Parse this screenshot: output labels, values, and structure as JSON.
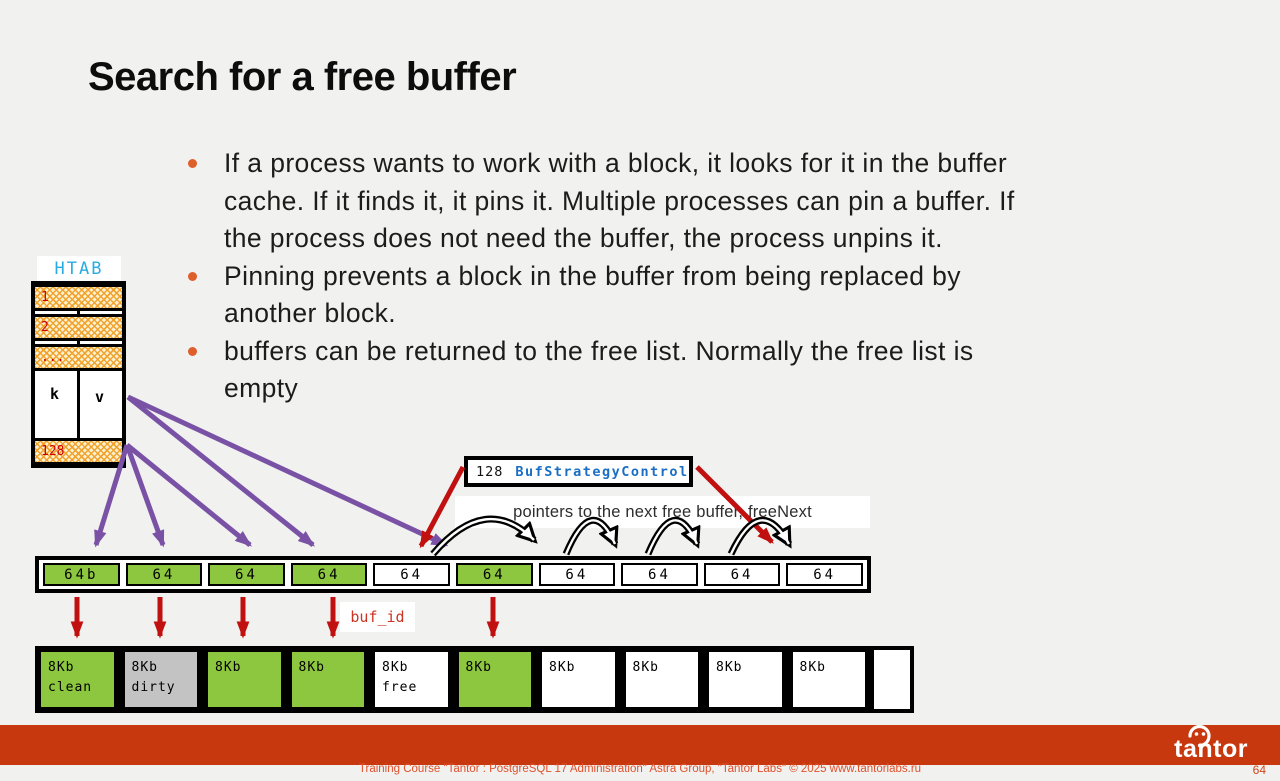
{
  "slide": {
    "title": "Search for a free buffer",
    "page_number": "64",
    "footer": "Training Course \"Tantor : PostgreSQL 17 Administration\" Astra Group, \"Tantor Labs\" © 2025  www.tantorlabs.ru",
    "logo_text": "tantor"
  },
  "bullets": [
    {
      "lines": [
        "If a process wants to work with a block, it looks for it in the buffer",
        "cache. If it finds it, it pins it. Multiple processes can pin a buffer. If",
        "the process does not need the buffer, the process unpins it."
      ]
    },
    {
      "lines": [
        "Pinning prevents a block in the buffer from being replaced by",
        "another block."
      ]
    },
    {
      "lines": [
        "buffers can be returned to the free list. Normally the free list is",
        "empty"
      ]
    }
  ],
  "htab": {
    "label": "HTAB",
    "rows": [
      "1",
      "2",
      "...",
      "128"
    ],
    "col_left": "k",
    "col_right": "v"
  },
  "control_box": {
    "number": "128",
    "name": "BufStrategyControl"
  },
  "free_list_note": "pointers to the next free buffer, freeNext",
  "buf_id_label": "buf_id",
  "buffer_row": {
    "cells": [
      {
        "label": "64b",
        "state": "used"
      },
      {
        "label": "64",
        "state": "used"
      },
      {
        "label": "64",
        "state": "used"
      },
      {
        "label": "64",
        "state": "used"
      },
      {
        "label": "64",
        "state": "free"
      },
      {
        "label": "64",
        "state": "used"
      },
      {
        "label": "64",
        "state": "free"
      },
      {
        "label": "64",
        "state": "free"
      },
      {
        "label": "64",
        "state": "free"
      },
      {
        "label": "64",
        "state": "free"
      }
    ]
  },
  "page_row": {
    "cells": [
      {
        "size": "8Kb",
        "note": "clean"
      },
      {
        "size": "8Kb",
        "note": "dirty"
      },
      {
        "size": "8Kb",
        "note": ""
      },
      {
        "size": "8Kb",
        "note": ""
      },
      {
        "size": "8Kb",
        "note": "free"
      },
      {
        "size": "8Kb",
        "note": ""
      },
      {
        "size": "8Kb",
        "note": ""
      },
      {
        "size": "8Kb",
        "note": ""
      },
      {
        "size": "8Kb",
        "note": ""
      },
      {
        "size": "8Kb",
        "note": ""
      }
    ]
  },
  "colors": {
    "used_green": "#8dc63f",
    "dirty_gray": "#c3c3c3",
    "arrow_purple": "#7a52a5",
    "arrow_red": "#c01010",
    "footer_bar_red": "#c8380e",
    "htab_label_cyan": "#29abe2",
    "struct_name_blue": "#1a6fc4",
    "hatch_orange": "#f0a028"
  }
}
